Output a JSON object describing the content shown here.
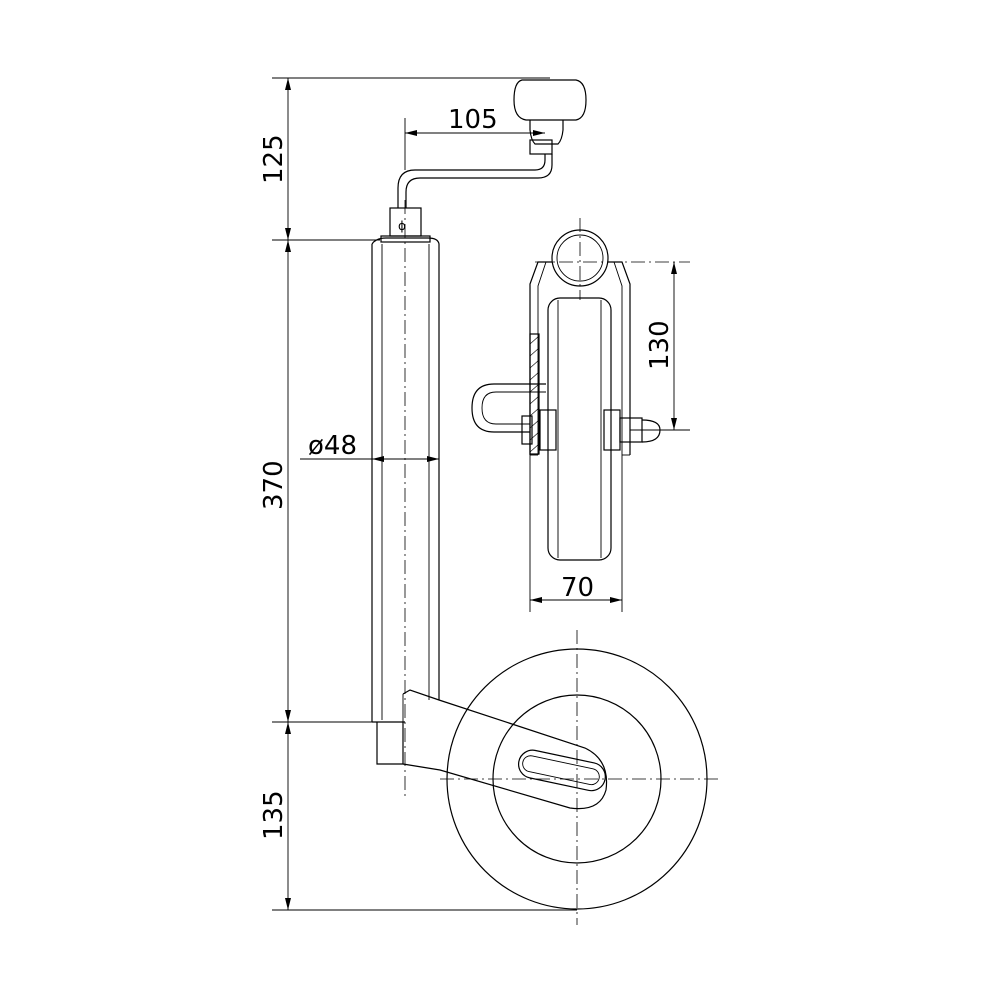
{
  "dimensions": {
    "top_height": "125",
    "crank_offset": "105",
    "tube_length": "370",
    "tube_diameter": "ø48",
    "bottom_height": "135",
    "axle_height": "130",
    "wheel_width": "70"
  },
  "symbols": {
    "bolt_mark": "ϕ"
  }
}
